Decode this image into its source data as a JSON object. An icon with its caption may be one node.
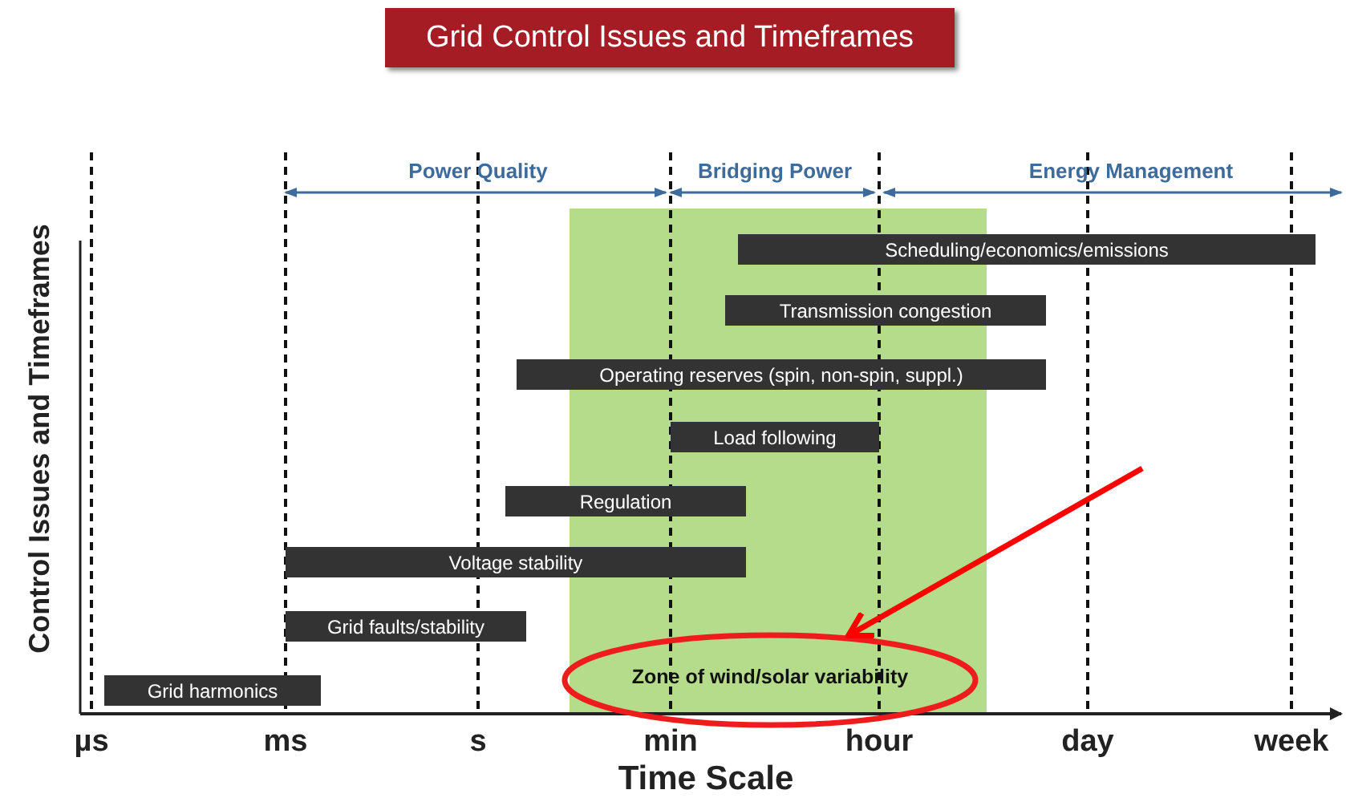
{
  "diagram": {
    "title": "Grid Control Issues and Timeframes",
    "nodes": [
      {
        "text": [
          "Scheduling/economics/emissions"
        ]
      },
      {
        "text": [
          "Transmission congestion"
        ]
      },
      {
        "text": [
          "Operating reserves (spin, non-spin, suppl.)"
        ]
      },
      {
        "text": [
          "Load following"
        ]
      },
      {
        "text": [
          "Regulation"
        ]
      },
      {
        "text": [
          "Voltage stability"
        ]
      },
      {
        "text": [
          "Grid faults/stability"
        ]
      },
      {
        "text": [
          "Grid harmonics"
        ]
      },
      {
        "text": [
          "Zone of wind/solar variability"
        ]
      }
    ],
    "edges": [
      {
        "from": null,
        "to": 8,
        "arrow": "to",
        "color": "#ff0000"
      }
    ],
    "labels": [
      "Power Quality",
      "Bridging Power",
      "Energy Management",
      "Control Issues and Timeframes",
      "µs",
      "ms",
      "s",
      "min",
      "hour",
      "day",
      "week",
      "Time Scale"
    ]
  }
}
